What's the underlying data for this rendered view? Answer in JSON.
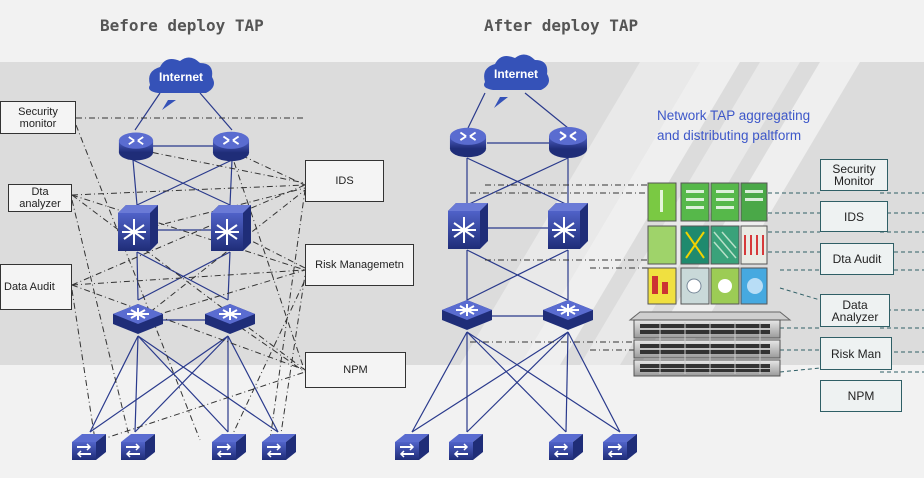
{
  "titles": {
    "before": "Before deploy TAP",
    "after": "After deploy TAP"
  },
  "cloud_label": "Internet",
  "tap_caption_line1": "Network TAP aggregating",
  "tap_caption_line2": "and distributing paltform",
  "left_tools": {
    "security_monitor": "Security monitor",
    "dta_analyzer": "Dta analyzer",
    "data_audit": "Data Audit"
  },
  "middle_tools": {
    "ids": "IDS",
    "risk": "Risk Managemetn",
    "npm": "NPM"
  },
  "right_tools": {
    "security_monitor": "Security Monitor",
    "ids": "IDS",
    "data_audit": "Dta Audit",
    "data_analyzer": "Data Analyzer",
    "risk": "Risk Man",
    "npm": "NPM"
  },
  "colors": {
    "device": "#2a3a8c",
    "device_light": "#4a5cc0",
    "cloud": "#3552b8",
    "band": "#e0e0e0",
    "caption": "#3d57c9"
  }
}
